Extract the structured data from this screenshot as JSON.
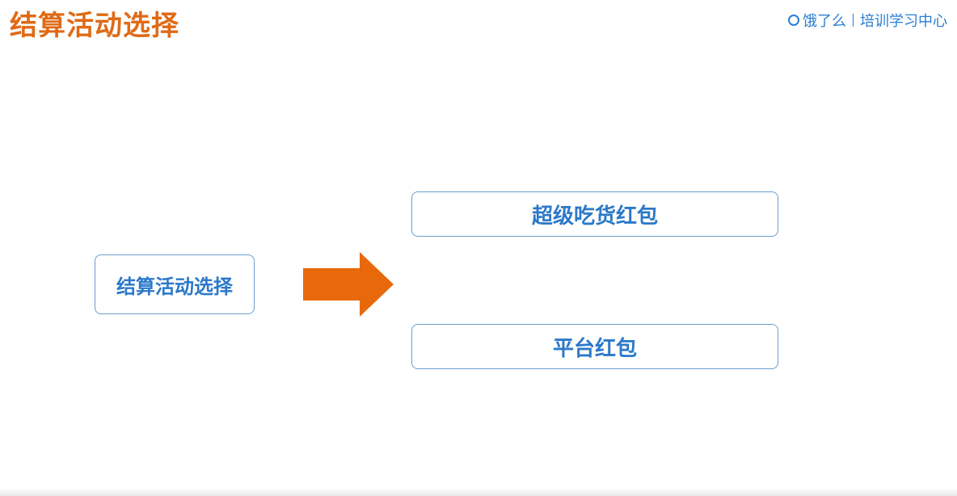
{
  "slide": {
    "title": "结算活动选择"
  },
  "logo": {
    "brand": "饿了么",
    "subtitle": "培训学习中心"
  },
  "diagram": {
    "source": "结算活动选择",
    "options": [
      "超级吃货红包",
      "平台红包"
    ],
    "arrow_color": "#e8690b",
    "box_border_color": "#6c9ccd",
    "text_color": "#2c79c9",
    "title_color": "#e06a16"
  }
}
